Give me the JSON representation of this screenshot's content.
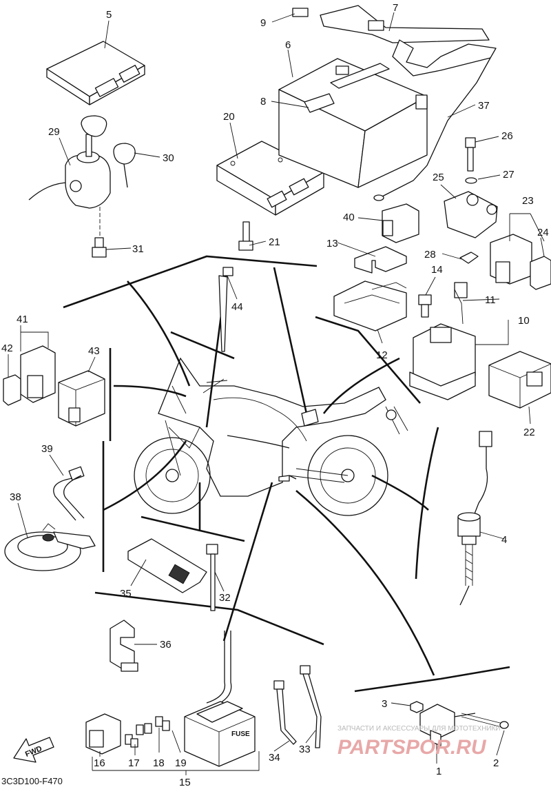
{
  "diagram_code": "3C3D100-F470",
  "watermark": {
    "line1": "ЗАПЧАСТИ И АКСЕССУАРЫ ДЛЯ МОТОТЕХНИКИ",
    "line2": "PARTSPOR.RU"
  },
  "fwd_label": "FWD",
  "fuse_label": "FUSE",
  "callouts": [
    "1",
    "2",
    "3",
    "4",
    "5",
    "6",
    "7",
    "8",
    "9",
    "10",
    "11",
    "12",
    "13",
    "14",
    "15",
    "16",
    "17",
    "18",
    "19",
    "20",
    "21",
    "22",
    "23",
    "24",
    "25",
    "26",
    "27",
    "28",
    "29",
    "30",
    "31",
    "32",
    "33",
    "34",
    "35",
    "36",
    "37",
    "38",
    "39",
    "40",
    "41",
    "42",
    "43",
    "44"
  ]
}
